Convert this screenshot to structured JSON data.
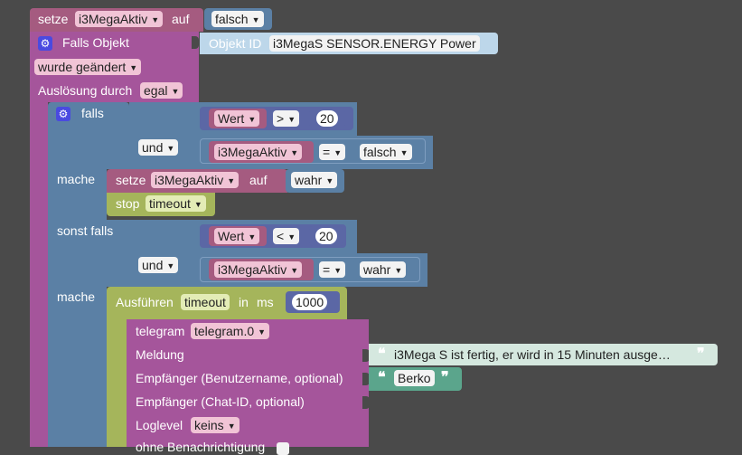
{
  "colors": {
    "background": "#4a4a4a",
    "variable_block": "#a55b80",
    "logic_block": "#5b80a5",
    "math_block": "#5b67a5",
    "timeout_block": "#a5b55b",
    "telegram_block": "#a5559b",
    "text_block": "#5ba58c",
    "sensor_block": "#bdd7ea"
  },
  "setze1": {
    "label": "setze",
    "var": "i3MegaAktiv",
    "auf": "auf",
    "value": "falsch"
  },
  "trigger": {
    "falls_label": "Falls Objekt",
    "objekt_label": "Objekt ID",
    "objekt_value": "i3MegaS SENSOR.ENERGY  Power",
    "wurde_label": "wurde geändert",
    "ausloesung_label": "Auslösung durch",
    "ausloesung_value": "egal"
  },
  "if_block": {
    "falls": "falls",
    "und1": "und",
    "cond1": {
      "left": "Wert",
      "op": ">",
      "right": "20"
    },
    "cond2": {
      "left": "i3MegaAktiv",
      "op": "=",
      "right": "falsch"
    },
    "mache1": "mache",
    "setze2": {
      "label": "setze",
      "var": "i3MegaAktiv",
      "auf": "auf",
      "value": "wahr"
    },
    "stop": {
      "label": "stop",
      "value": "timeout"
    },
    "sonst_falls": "sonst falls",
    "und2": "und",
    "cond3": {
      "left": "Wert",
      "op": "<",
      "right": "20"
    },
    "cond4": {
      "left": "i3MegaAktiv",
      "op": "=",
      "right": "wahr"
    },
    "mache2": "mache"
  },
  "timeout": {
    "label": "Ausführen",
    "name": "timeout",
    "in": "in",
    "unit": "ms",
    "value": "1000"
  },
  "telegram": {
    "label": "telegram",
    "instance": "telegram.0",
    "meldung": "Meldung",
    "meldung_text": "i3Mega S ist fertig, er wird in 15 Minuten ausge…",
    "empf_user": "Empfänger (Benutzername, optional)",
    "empf_user_text": "Berko",
    "empf_chat": "Empfänger (Chat-ID, optional)",
    "loglevel": "Loglevel",
    "loglevel_value": "keins",
    "ohne": "ohne Benachrichtigung"
  }
}
